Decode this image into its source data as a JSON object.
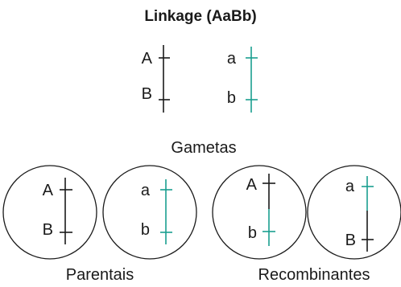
{
  "title": "Linkage (AaBb)",
  "colors": {
    "dominant_chromosome": "#1a1a1a",
    "recessive_chromosome": "#1a9e8f"
  },
  "top": {
    "dominant": {
      "upper": "A",
      "lower": "B"
    },
    "recessive": {
      "upper": "a",
      "lower": "b"
    }
  },
  "gametes_label": "Gametas",
  "parental": {
    "label": "Parentais",
    "cell_1": {
      "upper": "A",
      "lower": "B"
    },
    "cell_2": {
      "upper": "a",
      "lower": "b"
    }
  },
  "recombinant": {
    "label": "Recombinantes",
    "cell_1": {
      "upper": "A",
      "lower": "b"
    },
    "cell_2": {
      "upper": "a",
      "lower": "B"
    }
  }
}
